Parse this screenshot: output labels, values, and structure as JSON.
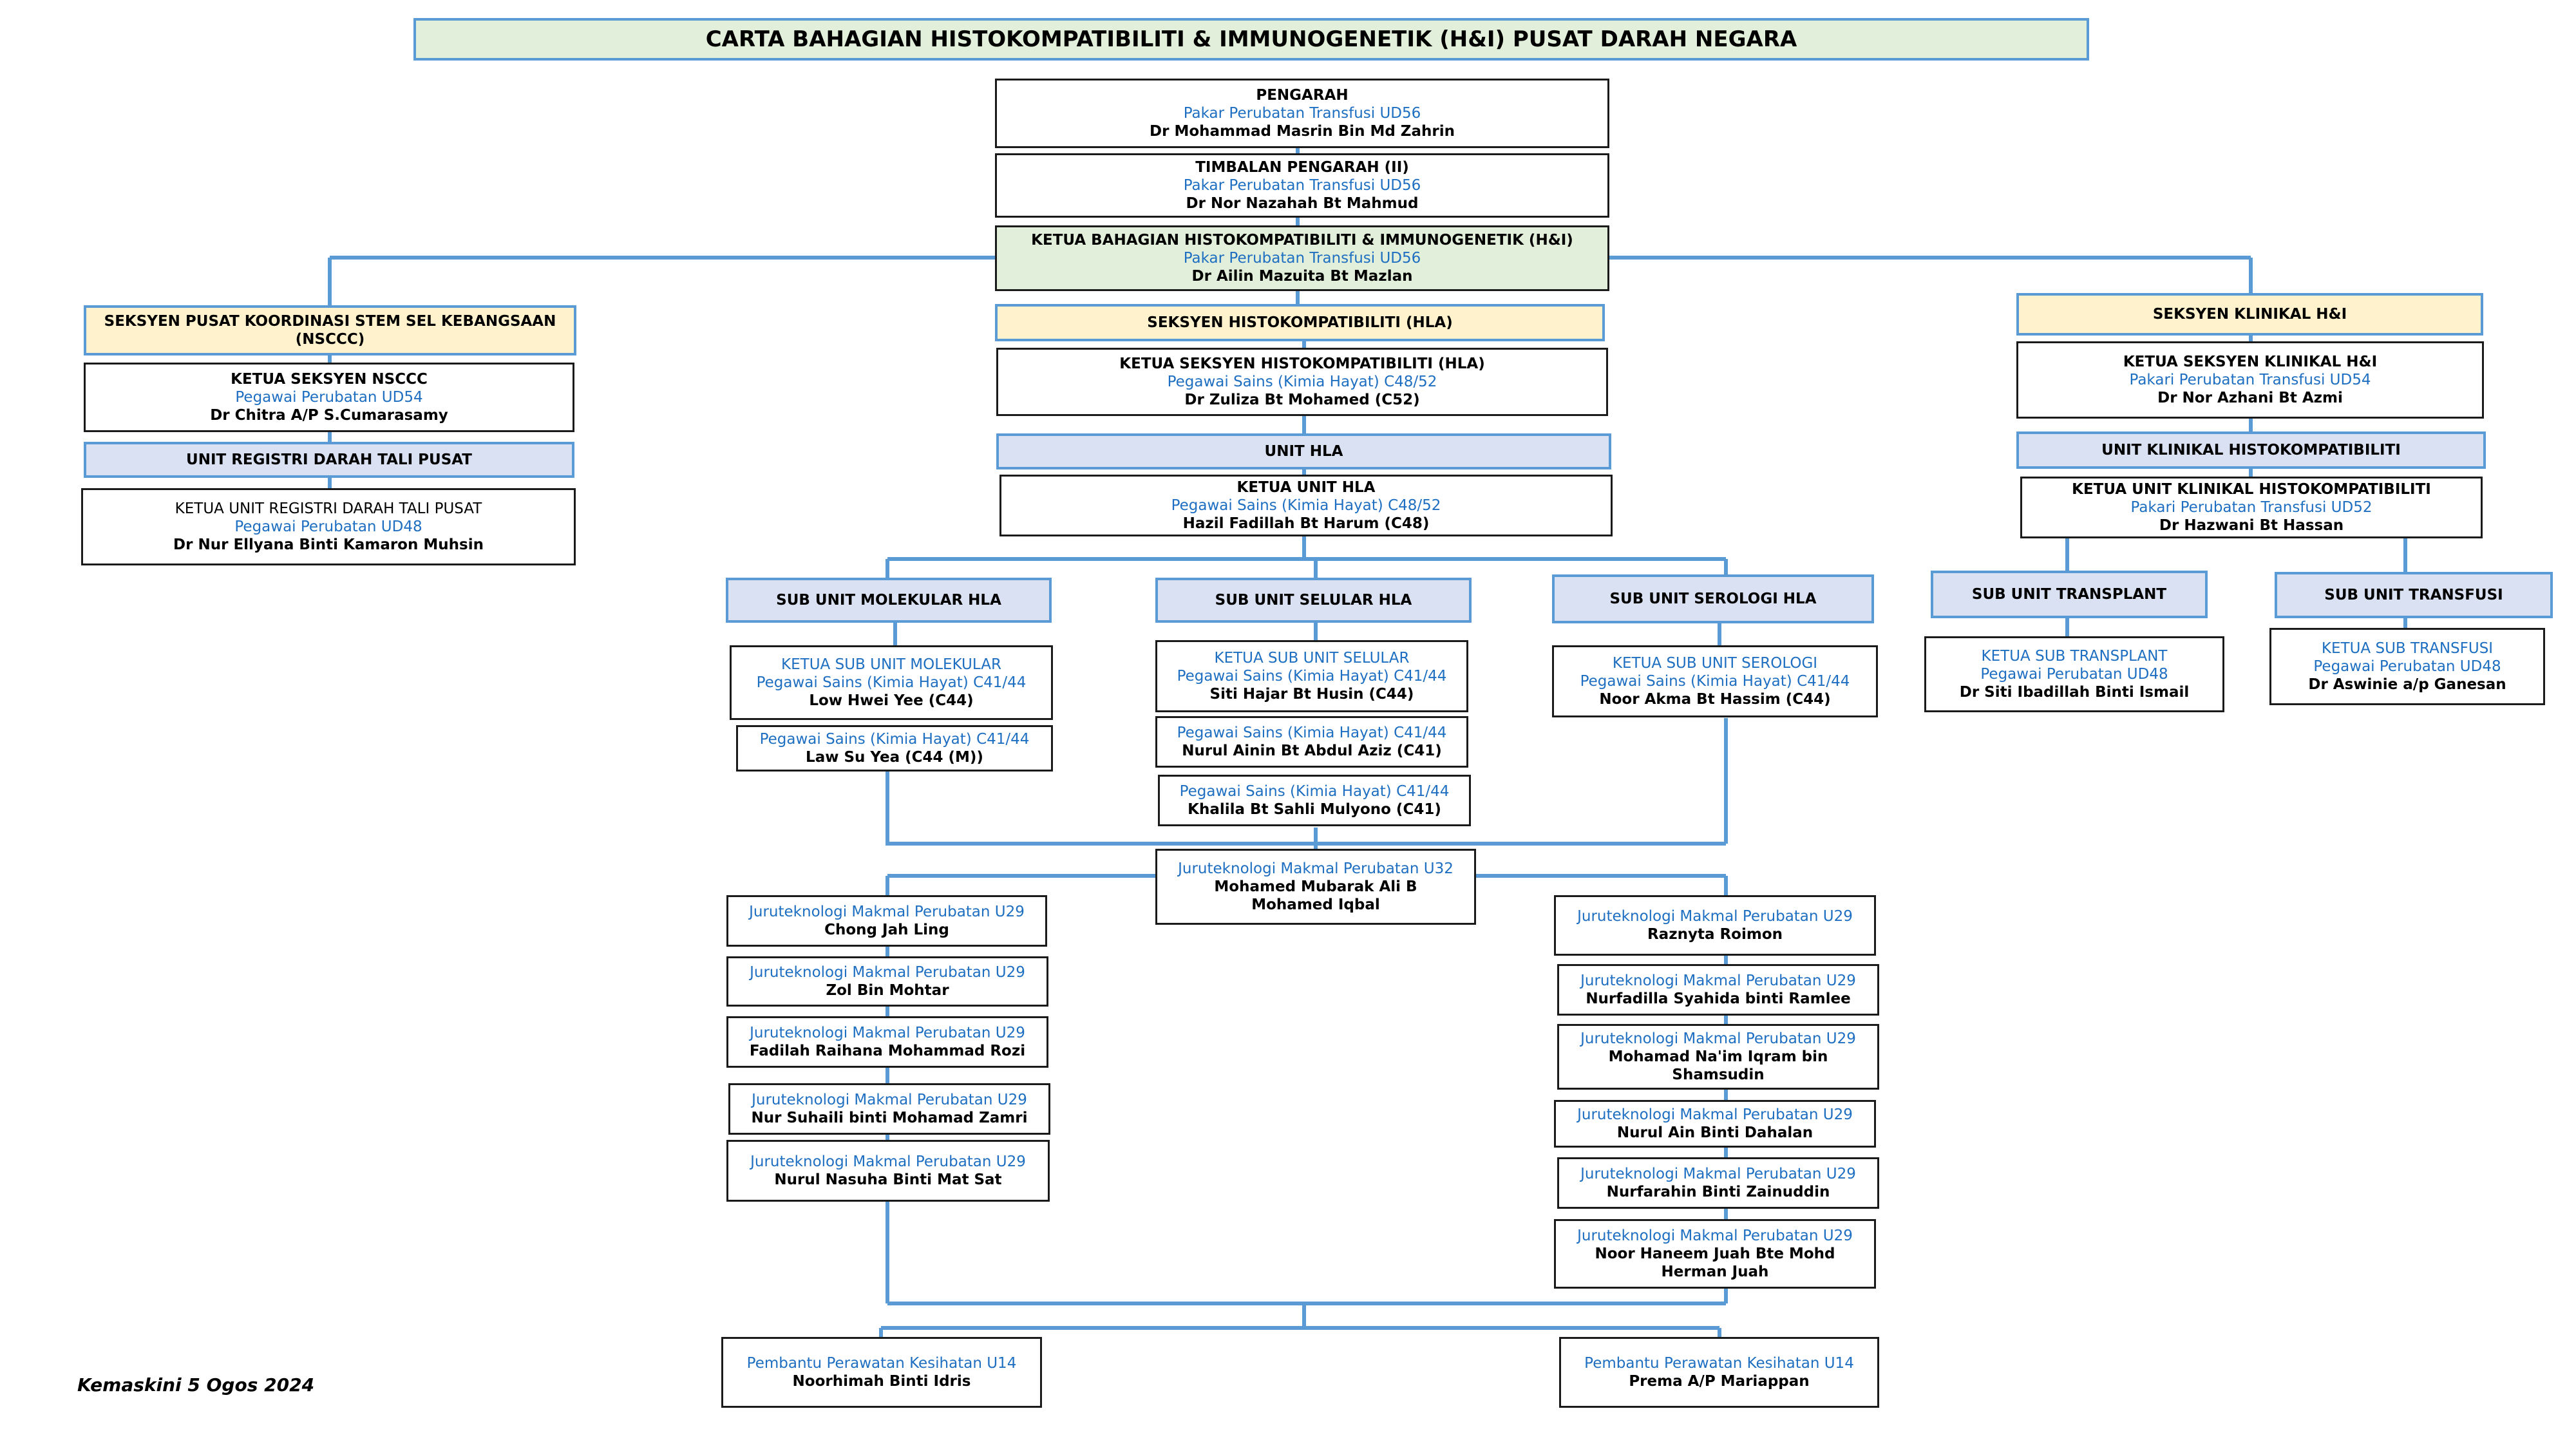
{
  "title": "CARTA  BAHAGIAN HISTOKOMPATIBILITI & IMMUNOGENETIK (H&I)  PUSAT DARAH NEGARA",
  "footer": "Kemaskini 5 Ogos 2024",
  "colors": {
    "line": "#5b9bd5",
    "grade_text": "#1e6fc1",
    "header_yellow": "#fff2cc",
    "header_blue": "#d9e1f2",
    "header_green": "#e2efda"
  },
  "pengarah": {
    "position": "PENGARAH",
    "grade": "Pakar Perubatan Transfusi UD56",
    "name": "Dr Mohammad Masrin Bin Md Zahrin"
  },
  "timbalan": {
    "position": "TIMBALAN PENGARAH (II)",
    "grade": "Pakar Perubatan Transfusi UD56",
    "name": "Dr Nor Nazahah Bt Mahmud"
  },
  "ketua_bahagian": {
    "position": "KETUA BAHAGIAN HISTOKOMPATIBILITI & IMMUNOGENETIK (H&I)",
    "grade": "Pakar Perubatan Transfusi UD56",
    "name": "Dr Ailin Mazuita Bt Mazlan"
  },
  "nsccc": {
    "section": "SEKSYEN PUSAT KOORDINASI STEM SEL KEBANGSAAN (NSCCC)",
    "head": {
      "position": "KETUA SEKSYEN NSCCC",
      "grade": "Pegawai Perubatan UD54",
      "name": "Dr Chitra A/P S.Cumarasamy"
    },
    "unit": "UNIT REGISTRI DARAH TALI PUSAT",
    "unit_head": {
      "position": "KETUA UNIT REGISTRI DARAH TALI PUSAT",
      "grade": "Pegawai Perubatan UD48",
      "name": "Dr Nur Ellyana Binti Kamaron Muhsin"
    }
  },
  "hla": {
    "section": "SEKSYEN HISTOKOMPATIBILITI (HLA)",
    "head": {
      "position": "KETUA SEKSYEN  HISTOKOMPATIBILITI (HLA)",
      "grade": "Pegawai Sains (Kimia Hayat) C48/52",
      "name": "Dr Zuliza Bt Mohamed (C52)"
    },
    "unit": "UNIT HLA",
    "unit_head": {
      "position": "KETUA UNIT HLA",
      "grade": "Pegawai Sains (Kimia Hayat) C48/52",
      "name": "Hazil Fadillah Bt Harum (C48)"
    },
    "molekular": {
      "label": "SUB  UNIT MOLEKULAR HLA",
      "head": {
        "position": "KETUA SUB UNIT MOLEKULAR",
        "grade": "Pegawai Sains (Kimia Hayat) C41/44",
        "name": "Low Hwei Yee (C44)"
      },
      "staff": [
        {
          "grade": "Pegawai Sains (Kimia Hayat) C41/44",
          "name": "Law Su Yea (C44 (M))"
        }
      ]
    },
    "selular": {
      "label": "SUB UNIT SELULAR HLA",
      "head": {
        "position": "KETUA SUB UNIT SELULAR",
        "grade": "Pegawai Sains (Kimia Hayat) C41/44",
        "name": "Siti Hajar Bt Husin (C44)"
      },
      "staff": [
        {
          "grade": "Pegawai Sains (Kimia Hayat) C41/44",
          "name": "Nurul Ainin Bt Abdul Aziz (C41)"
        },
        {
          "grade": "Pegawai Sains (Kimia Hayat) C41/44",
          "name": "Khalila Bt Sahli Mulyono (C41)"
        }
      ]
    },
    "serologi": {
      "label": "SUB UNIT SEROLOGI HLA",
      "head": {
        "position": "KETUA SUB UNIT SEROLOGI",
        "grade": "Pegawai Sains (Kimia Hayat) C41/44",
        "name": "Noor Akma Bt Hassim (C44)"
      }
    },
    "u32": {
      "grade": "Juruteknologi Makmal Perubatan U32",
      "name_1": "Mohamed Mubarak Ali B",
      "name_2": "Mohamed Iqbal"
    },
    "left_techs": [
      {
        "grade": "Juruteknologi Makmal Perubatan U29",
        "name": "Chong Jah Ling"
      },
      {
        "grade": "Juruteknologi Makmal Perubatan U29",
        "name": "Zol  Bin Mohtar"
      },
      {
        "grade": "Juruteknologi Makmal Perubatan U29",
        "name": "Fadilah Raihana Mohammad Rozi"
      },
      {
        "grade": "Juruteknologi Makmal Perubatan U29",
        "name": "Nur Suhaili binti Mohamad Zamri"
      },
      {
        "grade": "Juruteknologi Makmal Perubatan U29",
        "name": "Nurul Nasuha Binti Mat Sat"
      }
    ],
    "right_techs": [
      {
        "grade": "Juruteknologi Makmal Perubatan U29",
        "name": "Raznyta Roimon"
      },
      {
        "grade": "Juruteknologi Makmal Perubatan U29",
        "name": "Nurfadilla Syahida binti  Ramlee"
      },
      {
        "grade": "Juruteknologi Makmal Perubatan U29",
        "name": "Mohamad Na'im Iqram bin",
        "name_2": "Shamsudin"
      },
      {
        "grade": "Juruteknologi Makmal Perubatan U29",
        "name": "Nurul Ain Binti Dahalan"
      },
      {
        "grade": "Juruteknologi Makmal Perubatan U29",
        "name": "Nurfarahin Binti Zainuddin"
      },
      {
        "grade": "Juruteknologi Makmal Perubatan U29",
        "name": "Noor Haneem Juah Bte Mohd",
        "name_2": "Herman Juah"
      }
    ],
    "assistants": [
      {
        "grade": "Pembantu Perawatan Kesihatan U14",
        "name": "Noorhimah Binti Idris"
      },
      {
        "grade": "Pembantu Perawatan Kesihatan U14",
        "name": "Prema A/P Mariappan"
      }
    ]
  },
  "klinikal": {
    "section": "SEKSYEN KLINIKAL H&I",
    "head": {
      "position": "KETUA SEKSYEN KLINIKAL H&I",
      "grade": "Pakari Perubatan Transfusi UD54",
      "name": "Dr Nor Azhani  Bt Azmi"
    },
    "unit": "UNIT KLINIKAL HISTOKOMPATIBILITI",
    "unit_head": {
      "position": "KETUA UNIT KLINIKAL HISTOKOMPATIBILITI",
      "grade": "Pakari Perubatan Transfusi UD52",
      "name": "Dr Hazwani Bt Hassan"
    },
    "transplant": {
      "label": "SUB  UNIT TRANSPLANT",
      "head": {
        "position": "KETUA SUB TRANSPLANT",
        "grade": "Pegawai Perubatan UD48",
        "name": "Dr Siti Ibadillah Binti Ismail"
      }
    },
    "transfusi": {
      "label": "SUB  UNIT TRANSFUSI",
      "head": {
        "position": "KETUA SUB TRANSFUSI",
        "grade": "Pegawai Perubatan UD48",
        "name": "Dr Aswinie a/p Ganesan"
      }
    }
  }
}
